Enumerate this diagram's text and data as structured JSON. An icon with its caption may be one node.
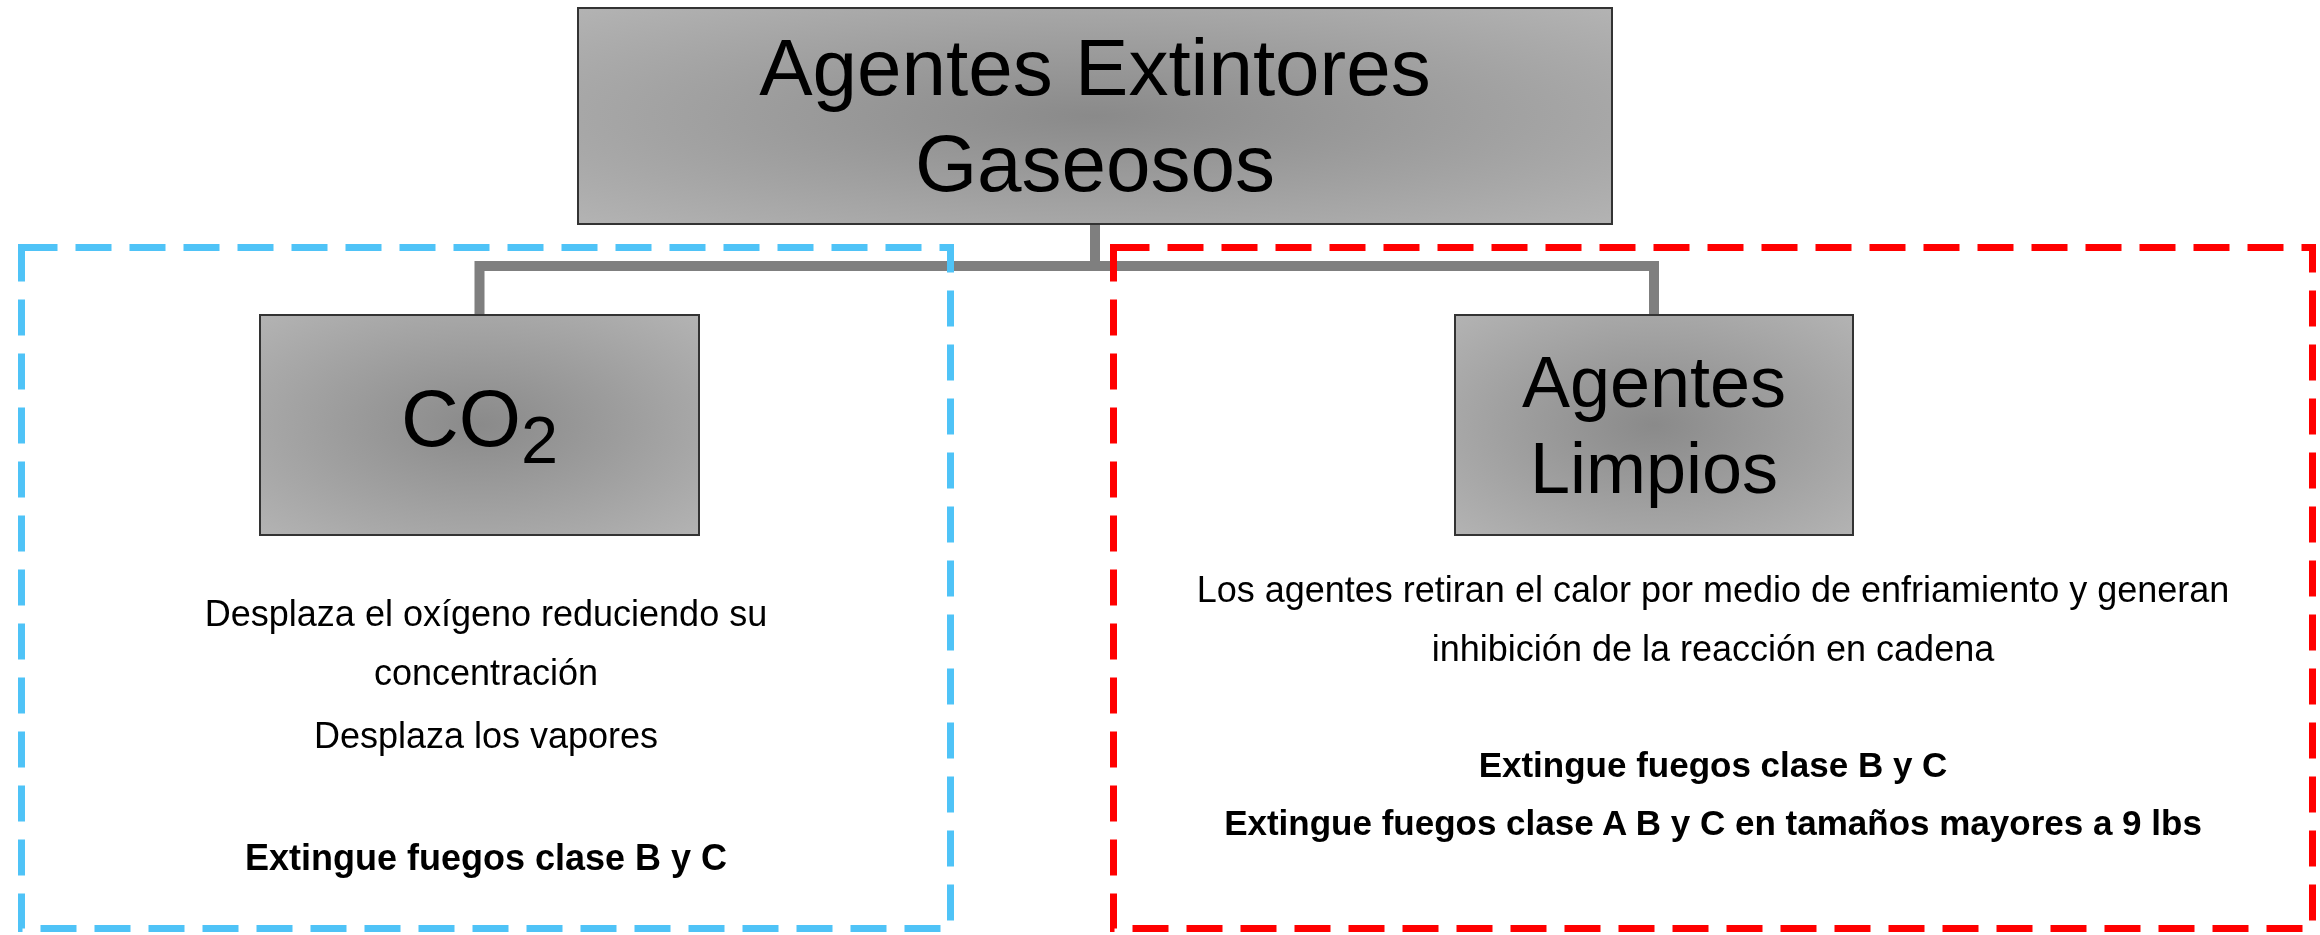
{
  "diagram": {
    "nodes": [
      {
        "text": [
          "Agentes Extintores Gaseosos"
        ]
      },
      {
        "text": [
          "Desplaza el oxígeno reduciendo su concentración",
          "Desplaza los vapores",
          "Extingue fuegos clase B y C"
        ]
      },
      {
        "text": [
          "CO$_{2}$"
        ],
        "in": 1
      },
      {
        "text": [
          "Los agentes retiran el calor por medio de enfriamiento y generan inhibición de la reacción en cadena",
          "Extingue fuegos clase B y C",
          "Extingue fuegos clase A B y C en tamaños mayores a 9 lbs"
        ]
      },
      {
        "text": [
          "Agentes Limpios"
        ],
        "in": 3
      }
    ],
    "edges": [
      {
        "from": 0,
        "to": 2,
        "arrow": "none"
      },
      {
        "from": 0,
        "to": 4,
        "arrow": "none"
      }
    ]
  }
}
